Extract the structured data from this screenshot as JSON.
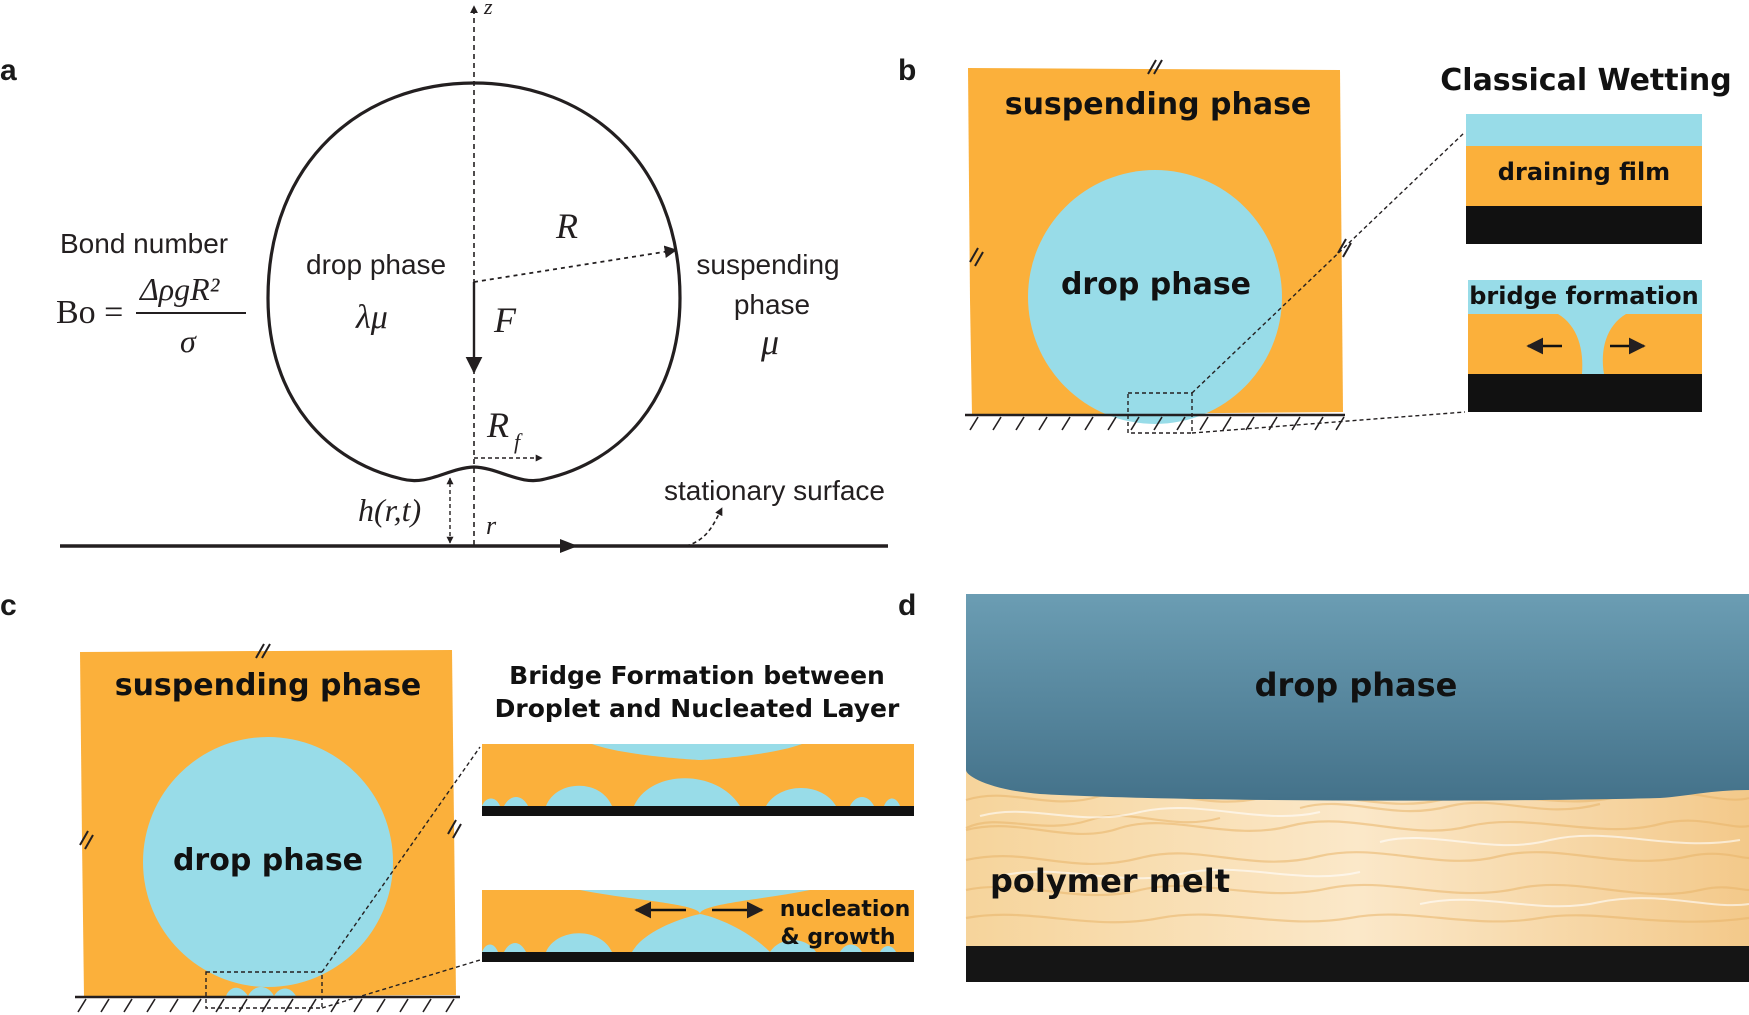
{
  "panel_labels": {
    "a": "a",
    "b": "b",
    "c": "c",
    "d": "d"
  },
  "panel_a": {
    "z_axis": "z",
    "bond_number": "Bond number",
    "bo_lhs": "Bo =",
    "bo_numerator": "ΔρgR²",
    "bo_denominator": "σ",
    "drop_phase": "drop phase",
    "drop_viscosity": "λμ",
    "radius": "R",
    "force": "F",
    "suspending_line1": "suspending",
    "suspending_line2": "phase",
    "suspending_viscosity": "μ",
    "film_radius": "R",
    "film_radius_sub": "f",
    "film_thickness": "h(r,t)",
    "r_axis": "r",
    "stationary_surface": "stationary surface"
  },
  "panel_b": {
    "suspending": "suspending phase",
    "drop": "drop phase",
    "inset_title": "Classical Wetting",
    "inset1": "draining film",
    "inset2": "bridge formation"
  },
  "panel_c": {
    "suspending": "suspending phase",
    "drop": "drop phase",
    "inset_title_1": "Bridge Formation between",
    "inset_title_2": "Droplet and Nucleated Layer",
    "nucleation_1": "nucleation",
    "nucleation_2": "& growth"
  },
  "panel_d": {
    "drop": "drop phase",
    "melt": "polymer melt"
  },
  "colors": {
    "orange": "#fbb03b",
    "cyan": "#98dce8",
    "teal_top": "#6b9db3",
    "teal_bottom": "#44728a",
    "cream": "#fbe7c6",
    "black": "#111111"
  }
}
